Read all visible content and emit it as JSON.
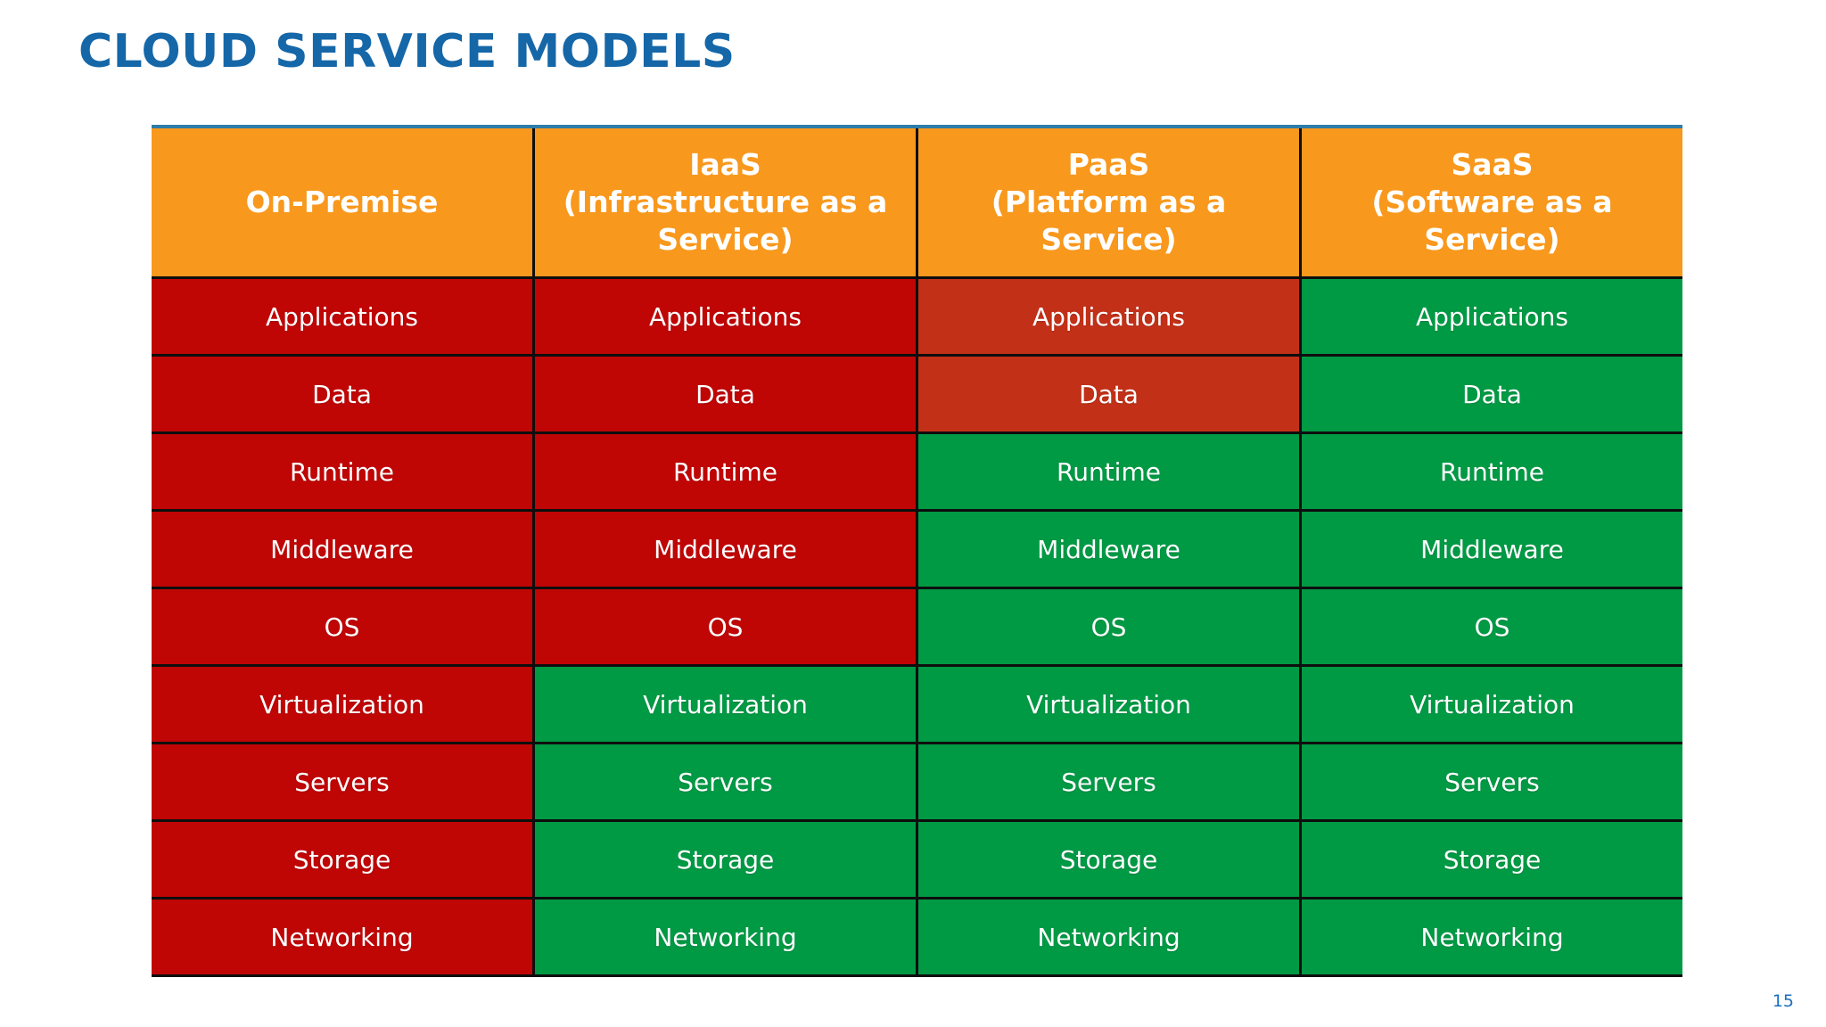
{
  "title": "CLOUD SERVICE MODELS",
  "page_number": "15",
  "colors": {
    "title_blue": "#1567A8",
    "accent_line_blue": "#2E7CA8",
    "header_orange": "#F8981D",
    "managed_red": "#C00505",
    "managed_brick_red": "#C23018",
    "provider_green": "#009944",
    "grid_line_black": "#0E0E0E",
    "cell_text_white": "#FFFFFF",
    "page_number_blue": "#1B6FC0"
  },
  "table": {
    "layers": [
      "Applications",
      "Data",
      "Runtime",
      "Middleware",
      "OS",
      "Virtualization",
      "Servers",
      "Storage",
      "Networking"
    ],
    "columns": [
      {
        "header": "On-Premise",
        "cells": [
          "red",
          "red",
          "red",
          "red",
          "red",
          "red",
          "red",
          "red",
          "red"
        ]
      },
      {
        "header": "IaaS\n(Infrastructure as a Service)",
        "cells": [
          "red",
          "red",
          "red",
          "red",
          "red",
          "green",
          "green",
          "green",
          "green"
        ]
      },
      {
        "header": "PaaS\n(Platform as a Service)",
        "cells": [
          "brick",
          "brick",
          "green",
          "green",
          "green",
          "green",
          "green",
          "green",
          "green"
        ]
      },
      {
        "header": "SaaS\n(Software as a Service)",
        "cells": [
          "green",
          "green",
          "green",
          "green",
          "green",
          "green",
          "green",
          "green",
          "green"
        ]
      }
    ]
  }
}
